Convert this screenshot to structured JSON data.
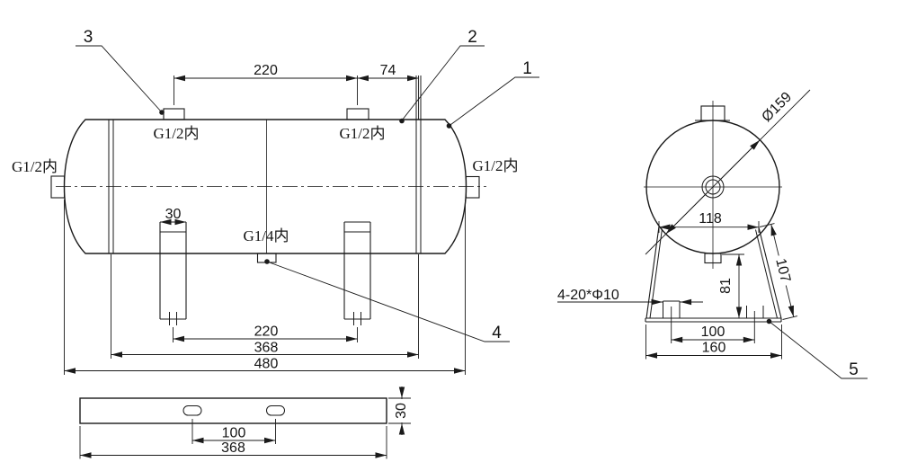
{
  "side_view": {
    "ports": {
      "top_left": "G1/2内",
      "top_right": "G1/2内",
      "left": "G1/2内",
      "right": "G1/2内",
      "bottom": "G1/4内"
    },
    "dims": {
      "nozzle_spacing": "220",
      "nozzle_to_seam": "74",
      "leg_width": "30",
      "leg_spacing": "220",
      "seam_span": "368",
      "overall_length": "480"
    },
    "callouts": {
      "c1": "1",
      "c2": "2",
      "c3": "3",
      "c4": "4"
    }
  },
  "end_view": {
    "dims": {
      "diameter": "Ø159",
      "top_width": "118",
      "height": "81",
      "leg_length": "107",
      "hole_spacing": "100",
      "base_width": "160",
      "bolt_holes": "4-20*Φ10"
    },
    "callouts": {
      "c5": "5"
    }
  },
  "base_view": {
    "dims": {
      "slot_spacing": "100",
      "length": "368",
      "width": "30"
    }
  }
}
